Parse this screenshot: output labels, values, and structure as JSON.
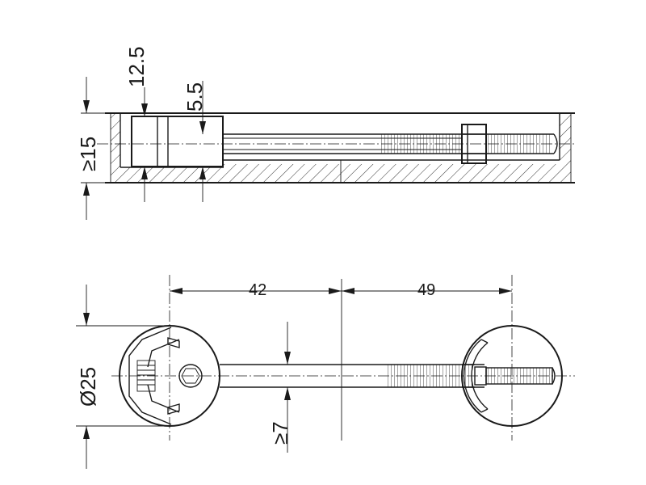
{
  "drawing": {
    "section_view": {
      "dimensions": {
        "min_panel_thickness": "≥15",
        "cam_depth": "12.5",
        "cam_offset": "5.5"
      }
    },
    "plan_view": {
      "dimensions": {
        "cam_to_edge": "42",
        "edge_to_bolt": "49",
        "cam_diameter": "Ø25",
        "min_rod_bore": "≥7"
      }
    }
  }
}
